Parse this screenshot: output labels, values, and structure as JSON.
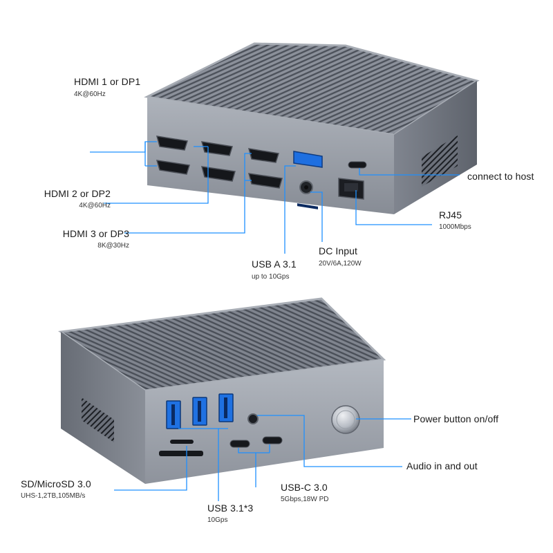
{
  "accent_color": "#1e90ff",
  "top_view": {
    "hdmi1": {
      "title": "HDMI 1 or DP1",
      "spec": "4K@60Hz"
    },
    "hdmi2": {
      "title": "HDMI 2 or DP2",
      "spec": "4K@60Hz"
    },
    "hdmi3": {
      "title": "HDMI 3 or DP3",
      "spec": "8K@30Hz"
    },
    "usb_a": {
      "title": "USB A 3.1",
      "spec": "up to 10Gps"
    },
    "dc_input": {
      "title": "DC Input",
      "spec": "20V/6A,120W"
    },
    "connect_host": {
      "title": "connect to host"
    },
    "rj45": {
      "title": "RJ45",
      "spec": "1000Mbps"
    }
  },
  "bottom_view": {
    "power_button": {
      "title": "Power button on/off"
    },
    "audio": {
      "title": "Audio in and out"
    },
    "sd": {
      "title": "SD/MicroSD 3.0",
      "spec": "UHS-1,2TB,105MB/s"
    },
    "usb31": {
      "title": "USB 3.1*3",
      "spec": "10Gps"
    },
    "usbc": {
      "title": "USB-C 3.0",
      "spec": "5Gbps,18W PD"
    }
  }
}
